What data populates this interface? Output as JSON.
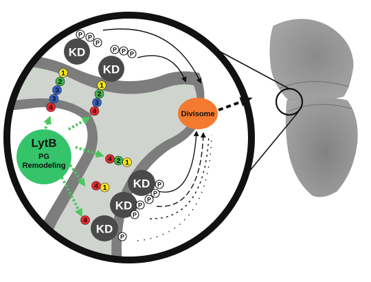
{
  "colors": {
    "residue_red": "#e8282e",
    "residue_yellow": "#f4e41c",
    "residue_green": "#41b54a",
    "residue_blue": "#3461c6",
    "kinase": "#4a4a4a",
    "phosphate": "#ffffff",
    "divisome": "#f47a30",
    "lytb": "#35c46a",
    "arrow_green": "#4cc75f",
    "membrane": "#7d7d7d",
    "wall": "#cfd4cf",
    "cell": "#9a9a9a"
  },
  "labels": {
    "kinase": "KD",
    "phospho": "P",
    "divisome": "Divisome",
    "lytb_title": "LytB",
    "lytb_line1": "PG",
    "lytb_line2": "Remodeling"
  },
  "chains": [
    {
      "name": "chain-upper-left",
      "residues": [
        "1",
        "2",
        "3",
        "3",
        "4"
      ]
    },
    {
      "name": "chain-upper-right",
      "residues": [
        "1",
        "2",
        "3",
        "4"
      ]
    },
    {
      "name": "chain-lower-1",
      "residues": [
        "4",
        "2",
        "1"
      ]
    },
    {
      "name": "chain-lower-2",
      "residues": [
        "4",
        "1"
      ]
    },
    {
      "name": "chain-lower-3",
      "residues": [
        "4"
      ]
    }
  ],
  "residue_color_key": {
    "1": "residue_yellow",
    "2": "residue_green",
    "3": "residue_blue",
    "4": "residue_red"
  }
}
